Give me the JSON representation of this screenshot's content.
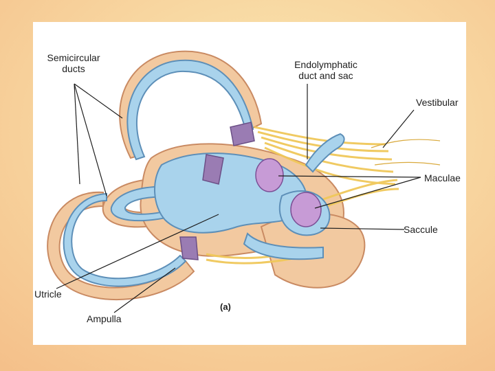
{
  "slide": {
    "labels": {
      "semicircular_l1": "Semicircular",
      "semicircular_l2": "ducts",
      "endolymphatic_l1": "Endolymphatic",
      "endolymphatic_l2": "duct and sac",
      "vestibular": "Vestibular",
      "maculae": "Maculae",
      "saccule": "Saccule",
      "utricle": "Utricle",
      "ampulla": "Ampulla",
      "caption": "(a)"
    },
    "colors": {
      "bg_outer": "#f5c48a",
      "bg_inner": "#f9e3a8",
      "duct_fill": "#a9d3ec",
      "duct_edge": "#5d8fb8",
      "bone": "#f2c9a0",
      "bone_edge": "#c98a62",
      "nerve": "#f0c85a",
      "crista": "#9a7cb3",
      "macula": "#c79bd6"
    }
  }
}
